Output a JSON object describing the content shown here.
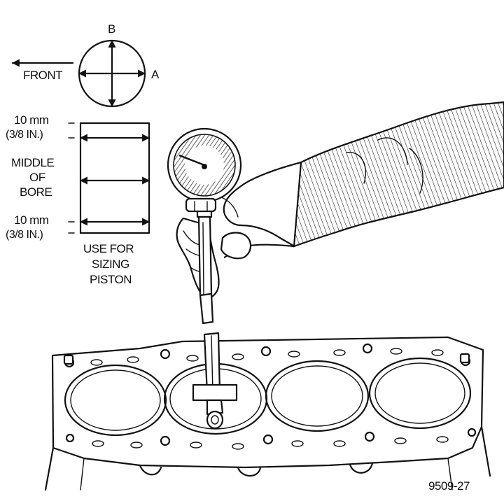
{
  "labels": {
    "front": "FRONT",
    "axis_a": "A",
    "axis_b": "B",
    "top_offset_metric": "10 mm",
    "top_offset_imperial": "(3/8 IN.)",
    "middle_line1": "MIDDLE",
    "middle_line2": "OF",
    "middle_line3": "BORE",
    "bottom_offset_metric": "10 mm",
    "bottom_offset_imperial": "(3/8 IN.)",
    "sizing_line1": "USE FOR",
    "sizing_line2": "SIZING",
    "sizing_line3": "PISTON",
    "figure_number": "9509-27"
  },
  "colors": {
    "ink": "#111111",
    "paper": "#ffffff"
  }
}
